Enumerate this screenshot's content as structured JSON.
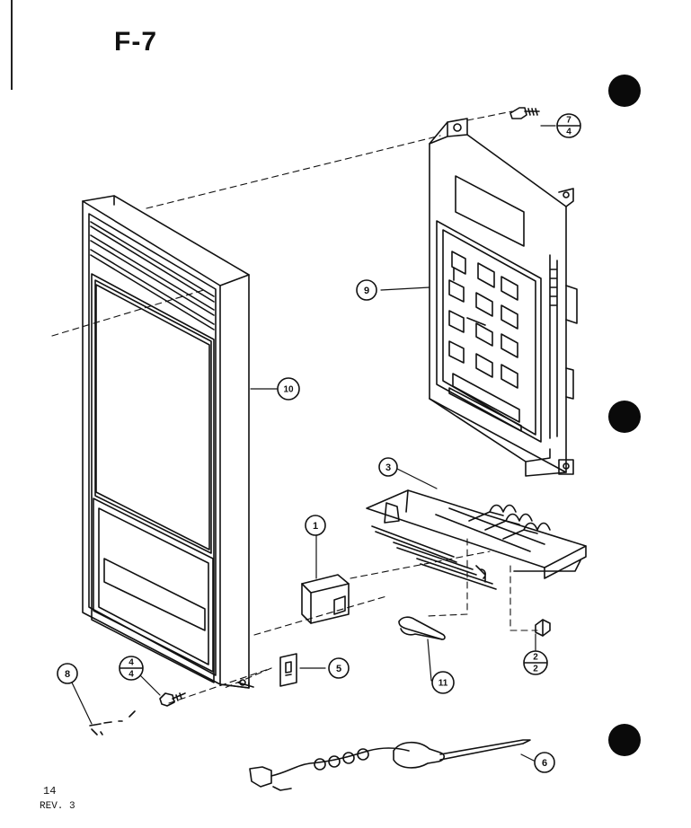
{
  "figure": {
    "title": "F-7"
  },
  "footer": {
    "page": "14",
    "revision": "REV. 3"
  },
  "callouts": {
    "c1": "1",
    "c3": "3",
    "c5": "5",
    "c6": "6",
    "c8": "8",
    "c9": "9",
    "c10": "10",
    "c11": "11",
    "f_top": {
      "num": "7",
      "den": "4"
    },
    "f_left": {
      "num": "4",
      "den": "4"
    },
    "f_right": {
      "num": "2",
      "den": "2"
    }
  }
}
